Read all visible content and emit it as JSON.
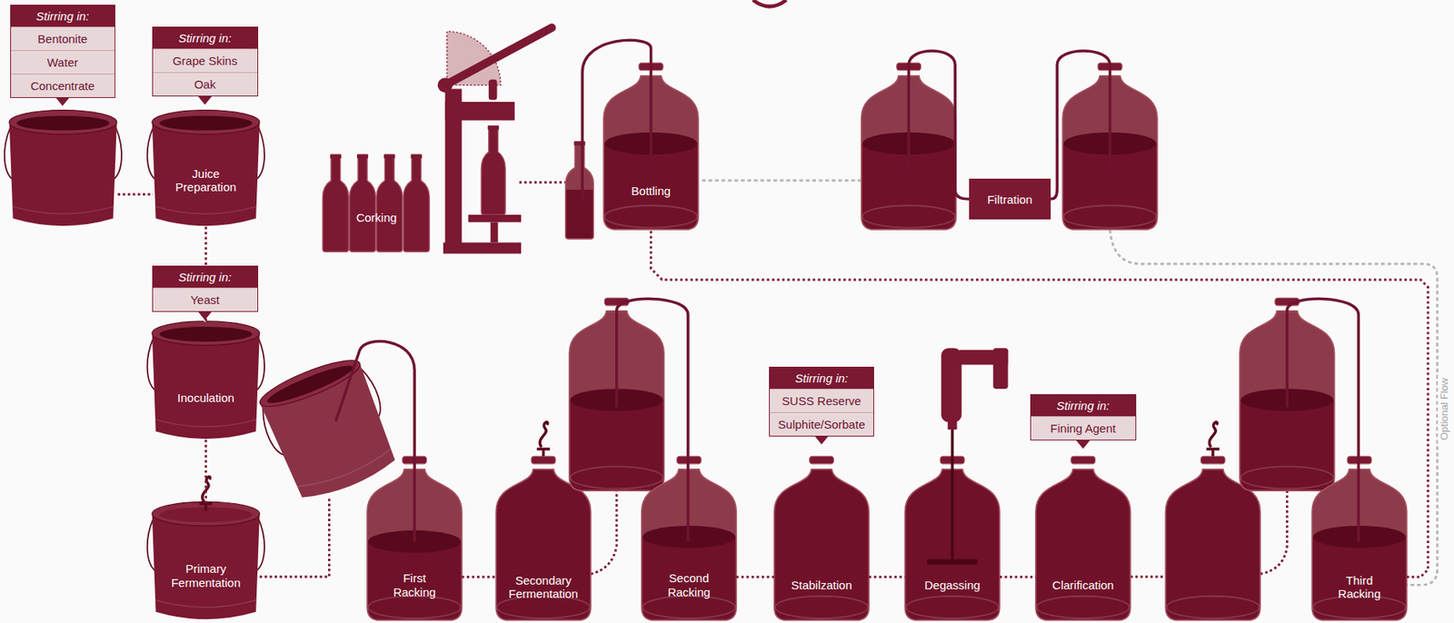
{
  "diagram": {
    "nodes": [
      {
        "text": [
          "Stirring in:",
          "Bentonite",
          "Water",
          "Concentrate"
        ]
      },
      {
        "text": [
          "Stirring in:",
          "Grape Skins",
          "Oak"
        ]
      },
      {
        "text": [
          "Juice Preparation"
        ]
      },
      {
        "text": [
          "Stirring in:",
          "Yeast"
        ]
      },
      {
        "text": [
          "Inoculation"
        ]
      },
      {
        "text": [
          "Primary Fermentation"
        ]
      },
      {
        "text": [
          "Corking"
        ]
      },
      {
        "text": [
          "Bottling"
        ]
      },
      {
        "text": [
          "Filtration"
        ]
      },
      {
        "text": [
          "First Racking"
        ]
      },
      {
        "text": [
          "Secondary Fermentation"
        ]
      },
      {
        "text": [
          "Second Racking"
        ]
      },
      {
        "text": [
          "Stirring in:",
          "SUSS Reserve",
          "Sulphite/Sorbate"
        ]
      },
      {
        "text": [
          "Stabilzation"
        ]
      },
      {
        "text": [
          "Degassing"
        ]
      },
      {
        "text": [
          "Stirring in:",
          "Fining Agent"
        ]
      },
      {
        "text": [
          "Clarification"
        ]
      },
      {
        "text": [
          "Third Racking"
        ]
      }
    ],
    "edges": [
      {
        "from": 2,
        "to": 4,
        "arrow": "none"
      },
      {
        "from": 4,
        "to": 5,
        "arrow": "none"
      },
      {
        "from": 9,
        "to": 10,
        "arrow": "none"
      },
      {
        "from": 11,
        "to": 13,
        "arrow": "none"
      },
      {
        "from": 13,
        "to": 14,
        "arrow": "none"
      },
      {
        "from": 14,
        "to": 16,
        "arrow": "none"
      },
      {
        "from": 17,
        "to": 7,
        "arrow": "none"
      }
    ],
    "labels": [
      "Optional Flow"
    ]
  }
}
